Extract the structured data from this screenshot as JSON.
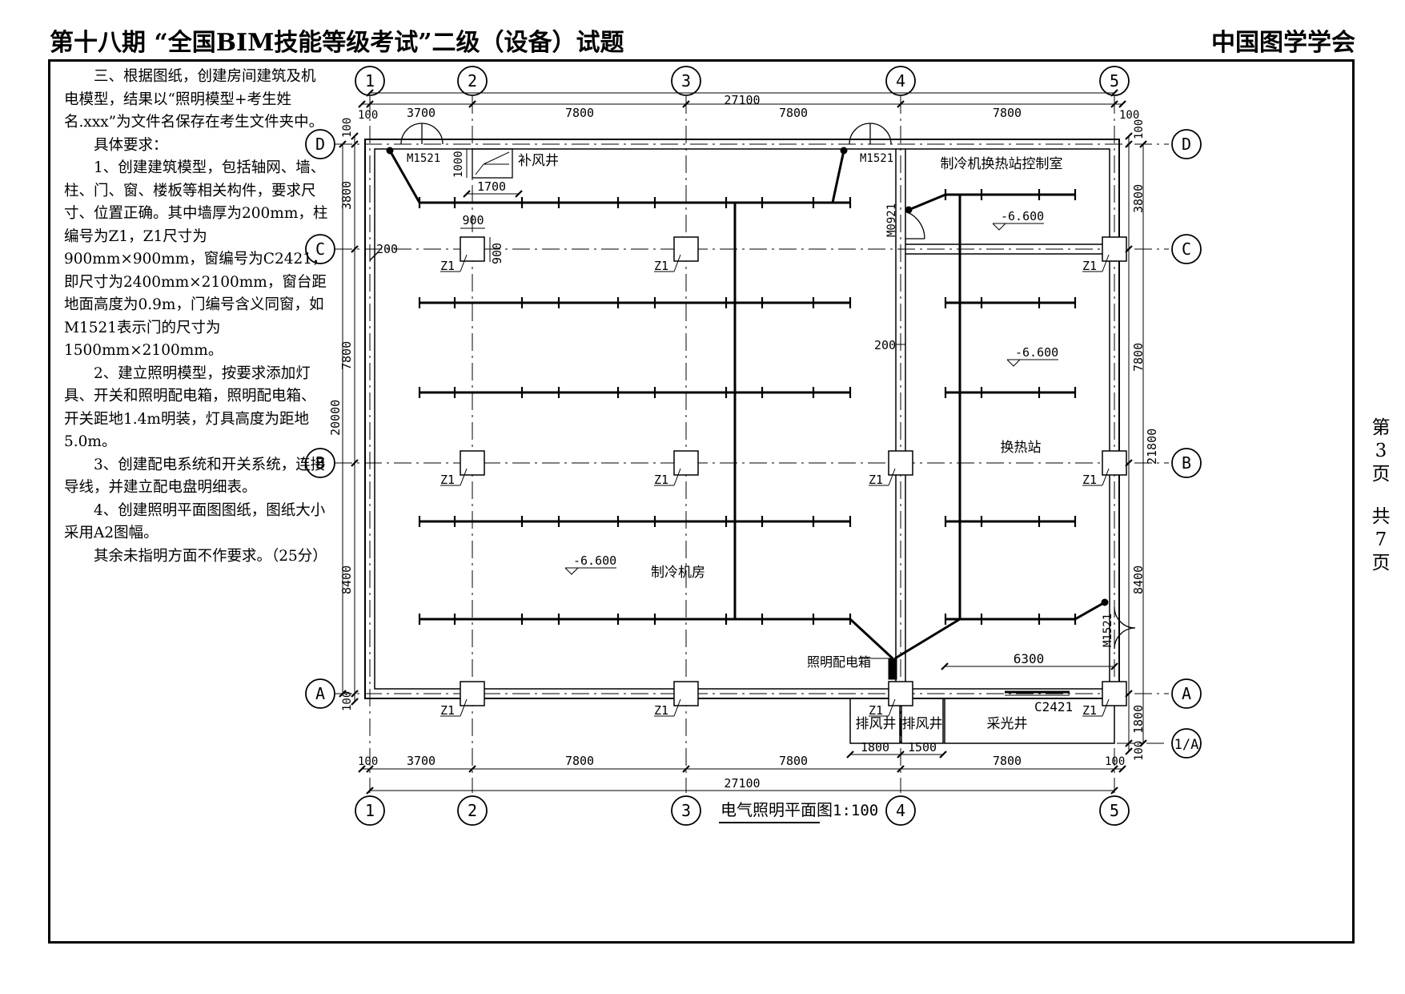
{
  "header": {
    "left_title": "第十八期 “全国BIM技能等级考试”二级（设备）试题",
    "right_title": "中国图学学会"
  },
  "requirements": [
    "三、根据图纸，创建房间建筑及机电模型，结果以“照明模型+考生姓名.xxx”为文件名保存在考生文件夹中。",
    "具体要求：",
    "1、创建建筑模型，包括轴网、墙、柱、门、窗、楼板等相关构件，要求尺寸、位置正确。其中墙厚为200mm，柱编号为Z1，Z1尺寸为900mm×900mm，窗编号为C2421，即尺寸为2400mm×2100mm，窗台距地面高度为0.9m，门编号含义同窗，如M1521表示门的尺寸为1500mm×2100mm。",
    "2、建立照明模型，按要求添加灯具、开关和照明配电箱，照明配电箱、开关距地1.4m明装，灯具高度为距地5.0m。",
    "3、创建配电系统和开关系统，连接导线，并建立配电盘明细表。",
    "4、创建照明平面图图纸，图纸大小采用A2图幅。",
    "其余未指明方面不作要求。（25分）"
  ],
  "page_marker": {
    "current": [
      "第",
      "3",
      "页"
    ],
    "total": [
      "共",
      "7",
      "页"
    ]
  },
  "drawing": {
    "axes_vertical": [
      "1",
      "2",
      "3",
      "4",
      "5"
    ],
    "axes_horizontal": [
      "D",
      "C",
      "B",
      "A",
      "1/A"
    ],
    "dims_top": [
      "100",
      "3700",
      "7800",
      "7800",
      "7800",
      "100"
    ],
    "dim_top_total": "27100",
    "dims_bottom": [
      "100",
      "3700",
      "7800",
      "7800",
      "7800",
      "100"
    ],
    "dim_bottom_total": "27100",
    "dims_bottom_extra": [
      "1800",
      "1500"
    ],
    "dims_left": [
      "100",
      "3800",
      "7800",
      "8400",
      "100"
    ],
    "dim_left_total": "20000",
    "dims_right": [
      "100",
      "3800",
      "7800",
      "8400",
      "1800",
      "100"
    ],
    "dim_right_total": "21800",
    "dim_wall_left": "200",
    "dim_wall_mid": "200",
    "dim_shaft_h": "1000",
    "dim_shaft_w": "1700",
    "dim_col_w": "900",
    "dim_col_h": "900",
    "dim_6300": "6300",
    "doors": [
      "M1521",
      "M1521",
      "M0921",
      "M1521"
    ],
    "window": "C2421",
    "column_label": "Z1",
    "rooms": {
      "supply_shaft": "补风井",
      "control_room": "制冷机换热站控制室",
      "heat_station": "换热站",
      "chiller_room": "制冷机房",
      "exhaust_1": "排风井",
      "exhaust_2": "排风井",
      "light_well": "采光井"
    },
    "elevation": "-6.600",
    "panel_label": "照明配电箱",
    "title": "电气照明平面图",
    "scale": "1:100"
  }
}
